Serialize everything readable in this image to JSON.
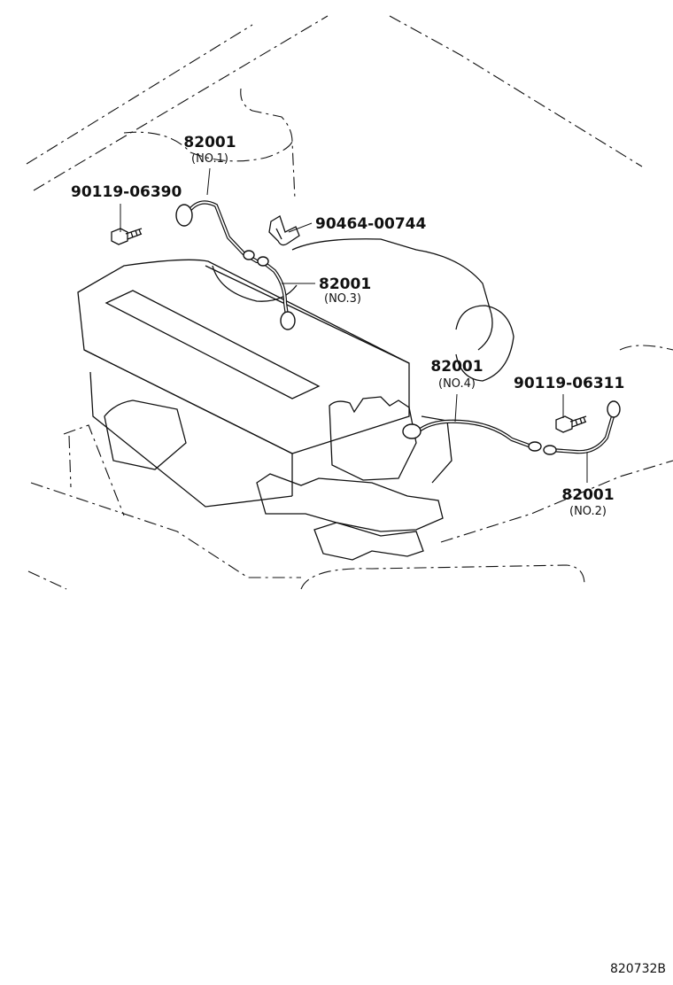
{
  "labels": {
    "wire_no1": {
      "part": "82001",
      "sub": "(NO.1)"
    },
    "wire_no2": {
      "part": "82001",
      "sub": "(NO.2)"
    },
    "wire_no3": {
      "part": "82001",
      "sub": "(NO.3)"
    },
    "wire_no4": {
      "part": "82001",
      "sub": "(NO.4)"
    },
    "bolt_left": "90119-06390",
    "bolt_right": "90119-06311",
    "clamp": "90464-00744"
  },
  "diagram_ref": "820732B"
}
